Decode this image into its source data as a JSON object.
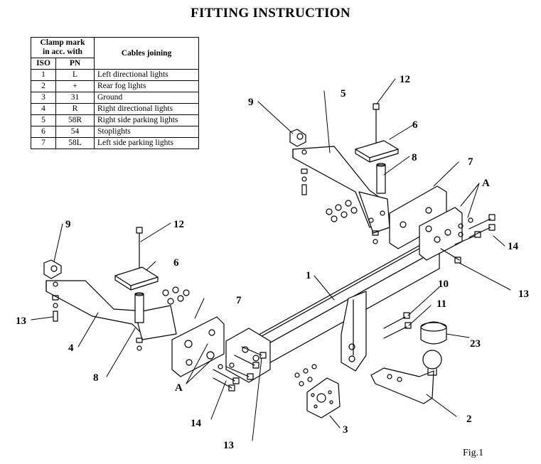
{
  "title": "FITTING INSTRUCTION",
  "figure_label": "Fig.1",
  "table": {
    "header_clamp": [
      "Clamp mark",
      "in acc. with"
    ],
    "header_iso": "ISO",
    "header_pn": "PN",
    "header_cables": "Cables joining",
    "rows": [
      {
        "iso": "1",
        "pn": "L",
        "cable": "Left directional lights"
      },
      {
        "iso": "2",
        "pn": "+",
        "cable": "Rear fog lights"
      },
      {
        "iso": "3",
        "pn": "31",
        "cable": "Ground"
      },
      {
        "iso": "4",
        "pn": "R",
        "cable": "Right directional lights"
      },
      {
        "iso": "5",
        "pn": "58R",
        "cable": "Right side parking lights"
      },
      {
        "iso": "6",
        "pn": "54",
        "cable": "Stoplights"
      },
      {
        "iso": "7",
        "pn": "58L",
        "cable": "Left side parking lights"
      }
    ]
  },
  "callouts": {
    "c1": "1",
    "c2": "2",
    "c3": "3",
    "c4": "4",
    "c5": "5",
    "c6a": "6",
    "c6b": "6",
    "c7a": "7",
    "c7b": "7",
    "c8a": "8",
    "c8b": "8",
    "c9a": "9",
    "c9b": "9",
    "c10": "10",
    "c11": "11",
    "c12a": "12",
    "c12b": "12",
    "c13a": "13",
    "c13b": "13",
    "c13c": "13",
    "c14a": "14",
    "c14b": "14",
    "c23": "23",
    "cAa": "A",
    "cAb": "A"
  }
}
